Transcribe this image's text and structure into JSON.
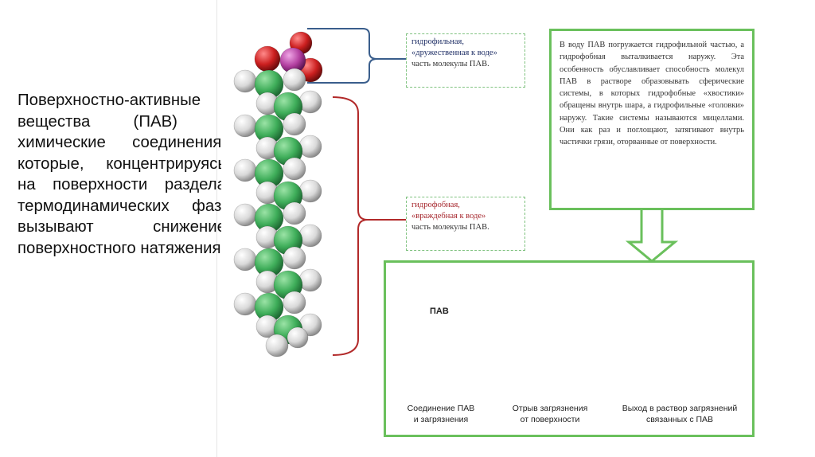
{
  "main_text": "Поверхностно-активные вещества (ПАВ) - химические соединения, которые, концентрируясь на поверхности раздела термодинамических фаз, вызывают снижение поверхностного натяжения.",
  "hydrophilic_label": {
    "line1": "гидрофильная,",
    "line2": "«дружественная к воде»",
    "line3": "часть молекулы ПАВ."
  },
  "hydrophobic_label": {
    "line1": "гидрофобная,",
    "line2": "«враждебная к воде»",
    "line3": "часть молекулы ПАВ."
  },
  "description": "В воду ПАВ погружается гидрофильной частью, а гидрофобная выталкивается наружу. Эта особенность обуславливает способность молекул ПАВ в растворе образовывать сферические системы, в которых гидрофобные «хвостики» обращены внутрь шара, а гидрофильные «головки» наружу. Такие системы называются мицеллами. Они как раз и поглощают, затягивают внутрь частички грязи, оторванные от поверхности.",
  "process": {
    "pav_label": "ПАВ",
    "caption1": {
      "line1": "Соединение ПАВ",
      "line2": "и загрязнения"
    },
    "caption2": {
      "line1": "Отрыв загрязнения",
      "line2": "от поверхности"
    },
    "caption3": {
      "line1": "Выход в раствор загрязнений",
      "line2": "связанных с ПАВ"
    }
  },
  "colors": {
    "accent_green": "#6ac05c",
    "hydrophilic_bracket": "#3a5e8c",
    "hydrophobic_bracket": "#b22a2a",
    "carbon": "#3fae5a",
    "hydrogen": "#d9d9d9",
    "oxygen": "#cc1f1f",
    "sulfur": "#b23fa0",
    "dirt": "#d8402a"
  }
}
